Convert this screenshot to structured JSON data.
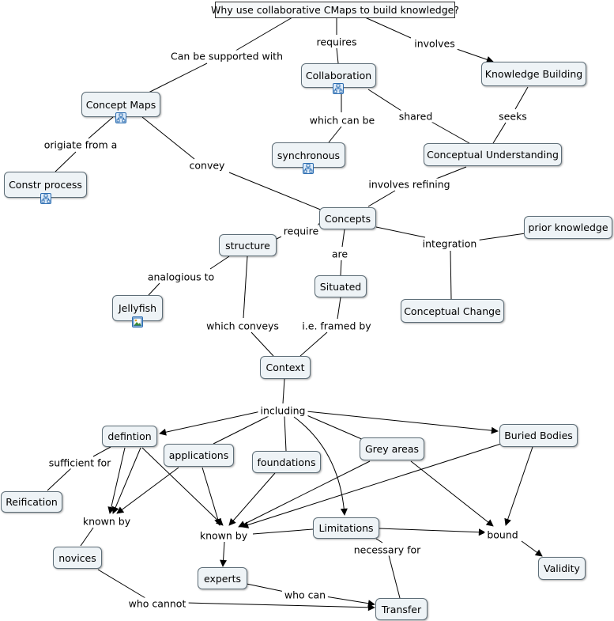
{
  "nodes": {
    "root": "Why use collaborative CMaps to build knowledge?",
    "concept_maps": "Concept Maps",
    "collaboration": "Collaboration",
    "knowledge_building": "Knowledge Building",
    "constr_process": "Constr process",
    "synchronous": "synchronous",
    "conceptual_understanding": "Conceptual Understanding",
    "concepts": "Concepts",
    "prior_knowledge": "prior knowledge",
    "structure": "structure",
    "situated": "Situated",
    "jellyfish": "Jellyfish",
    "conceptual_change": "Conceptual Change",
    "context": "Context",
    "definition": "defintion",
    "applications": "applications",
    "foundations": "foundations",
    "grey_areas": "Grey areas",
    "buried_bodies": "Buried Bodies",
    "reification": "Reification",
    "limitations": "Limitations",
    "novices": "novices",
    "experts": "experts",
    "validity": "Validity",
    "transfer": "Transfer"
  },
  "links": {
    "can_be_supported_with": "Can be supported with",
    "requires": "requires",
    "involves": "involves",
    "origiate_from_a": "origiate from a",
    "which_can_be": "which can be",
    "shared": "shared",
    "seeks": "seeks",
    "convey": "convey",
    "involves_refining": "involves refining",
    "require": "require",
    "are": "are",
    "integration": "integration",
    "analogious_to": "analogious to",
    "which_conveys": "which conveys",
    "ie_framed_by": "i.e. framed by",
    "including": "including",
    "sufficient_for": "sufficient for",
    "known_by_novices": "known by",
    "known_by_experts": "known by",
    "bound": "bound",
    "necessary_for": "necessary for",
    "who_can": "who can",
    "who_cannot": "who cannot"
  },
  "icons": {
    "concept_maps": "concept-map-icon",
    "collaboration": "concept-map-icon",
    "constr_process": "concept-map-icon",
    "synchronous": "concept-map-icon",
    "jellyfish": "image-icon"
  },
  "colors": {
    "node_fill": "#eef3f6",
    "node_border": "#5e6e78",
    "line": "#000000",
    "icon_blue": "#2b6cb0"
  }
}
